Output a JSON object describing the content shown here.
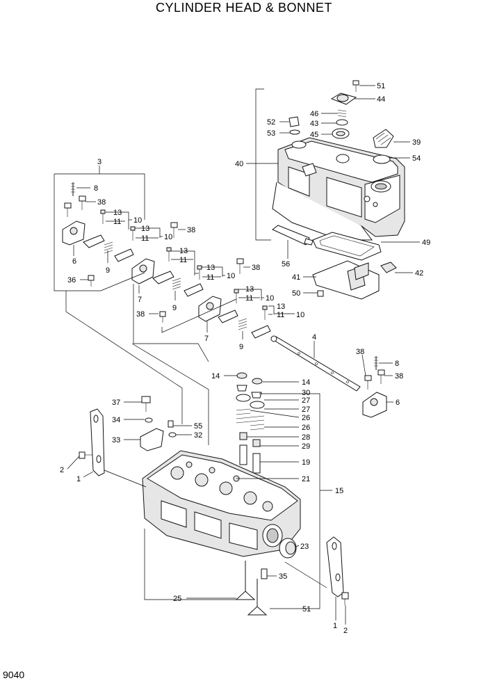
{
  "page": {
    "title": "CYLINDER HEAD & BONNET",
    "page_number": "9040"
  },
  "callouts": [
    {
      "id": "c51a",
      "text": "51"
    },
    {
      "id": "c44",
      "text": "44"
    },
    {
      "id": "c46",
      "text": "46"
    },
    {
      "id": "c43",
      "text": "43"
    },
    {
      "id": "c52",
      "text": "52"
    },
    {
      "id": "c53",
      "text": "53"
    },
    {
      "id": "c45",
      "text": "45"
    },
    {
      "id": "c39",
      "text": "39"
    },
    {
      "id": "c54",
      "text": "54"
    },
    {
      "id": "c40",
      "text": "40"
    },
    {
      "id": "c49",
      "text": "49"
    },
    {
      "id": "c56",
      "text": "56"
    },
    {
      "id": "c41",
      "text": "41"
    },
    {
      "id": "c42",
      "text": "42"
    },
    {
      "id": "c50",
      "text": "50"
    },
    {
      "id": "c3",
      "text": "3"
    },
    {
      "id": "c8a",
      "text": "8"
    },
    {
      "id": "c38a",
      "text": "38"
    },
    {
      "id": "c13a",
      "text": "13"
    },
    {
      "id": "c11a",
      "text": "11"
    },
    {
      "id": "c10a",
      "text": "10"
    },
    {
      "id": "c13b",
      "text": "13"
    },
    {
      "id": "c11b",
      "text": "11"
    },
    {
      "id": "c10b",
      "text": "10"
    },
    {
      "id": "c38b",
      "text": "38"
    },
    {
      "id": "c6a",
      "text": "6"
    },
    {
      "id": "c9a",
      "text": "9"
    },
    {
      "id": "c36",
      "text": "36"
    },
    {
      "id": "c13c",
      "text": "13"
    },
    {
      "id": "c11c",
      "text": "11"
    },
    {
      "id": "c13d",
      "text": "13"
    },
    {
      "id": "c11d",
      "text": "11"
    },
    {
      "id": "c10c",
      "text": "10"
    },
    {
      "id": "c38c",
      "text": "38"
    },
    {
      "id": "c7a",
      "text": "7"
    },
    {
      "id": "c9b",
      "text": "9"
    },
    {
      "id": "c38d",
      "text": "38"
    },
    {
      "id": "c13e",
      "text": "13"
    },
    {
      "id": "c11e",
      "text": "11"
    },
    {
      "id": "c10d",
      "text": "10"
    },
    {
      "id": "c13f",
      "text": "13"
    },
    {
      "id": "c11f",
      "text": "11"
    },
    {
      "id": "c10e",
      "text": "10"
    },
    {
      "id": "c7b",
      "text": "7"
    },
    {
      "id": "c9c",
      "text": "9"
    },
    {
      "id": "c4",
      "text": "4"
    },
    {
      "id": "c38e",
      "text": "38"
    },
    {
      "id": "c8b",
      "text": "8"
    },
    {
      "id": "c38f",
      "text": "38"
    },
    {
      "id": "c6b",
      "text": "6"
    },
    {
      "id": "c14a",
      "text": "14"
    },
    {
      "id": "c14b",
      "text": "14"
    },
    {
      "id": "c30",
      "text": "30"
    },
    {
      "id": "c27a",
      "text": "27"
    },
    {
      "id": "c27b",
      "text": "27"
    },
    {
      "id": "c26a",
      "text": "26"
    },
    {
      "id": "c26b",
      "text": "26"
    },
    {
      "id": "c28",
      "text": "28"
    },
    {
      "id": "c29",
      "text": "29"
    },
    {
      "id": "c19",
      "text": "19"
    },
    {
      "id": "c21",
      "text": "21"
    },
    {
      "id": "c15",
      "text": "15"
    },
    {
      "id": "c37",
      "text": "37"
    },
    {
      "id": "c34",
      "text": "34"
    },
    {
      "id": "c55",
      "text": "55"
    },
    {
      "id": "c32",
      "text": "32"
    },
    {
      "id": "c33",
      "text": "33"
    },
    {
      "id": "c2a",
      "text": "2"
    },
    {
      "id": "c1a",
      "text": "1"
    },
    {
      "id": "c23",
      "text": "23"
    },
    {
      "id": "c35",
      "text": "35"
    },
    {
      "id": "c25",
      "text": "25"
    },
    {
      "id": "c51b",
      "text": "51"
    },
    {
      "id": "c1b",
      "text": "1"
    },
    {
      "id": "c2b",
      "text": "2"
    }
  ]
}
